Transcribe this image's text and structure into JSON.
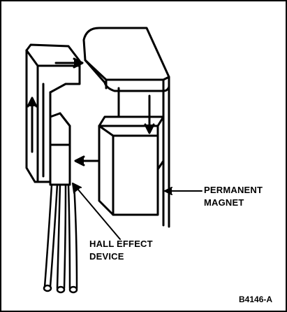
{
  "labels": {
    "magnet_line1": "PERMANENT",
    "magnet_line2": "MAGNET",
    "hall_line1": "HALL EFFECT",
    "hall_line2": "DEVICE",
    "figure_id": "B4146-A"
  },
  "colors": {
    "ink": "#000000",
    "paper": "#ffffff"
  }
}
